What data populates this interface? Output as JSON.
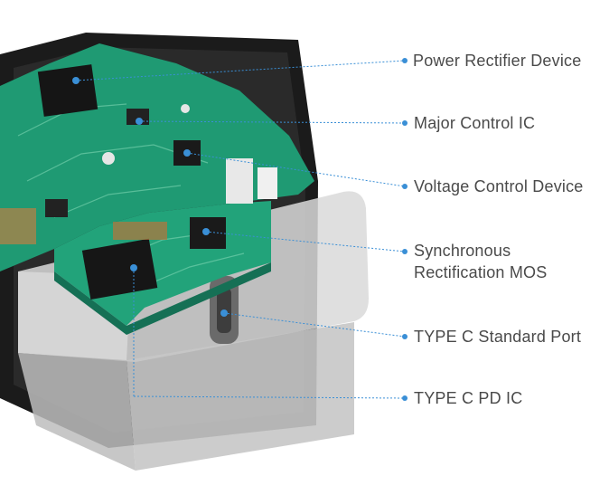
{
  "diagram": {
    "callouts": [
      {
        "id": "power-rectifier-device",
        "lines": [
          "Power Rectifier Device"
        ]
      },
      {
        "id": "major-control-ic",
        "lines": [
          "Major Control IC"
        ]
      },
      {
        "id": "voltage-control-device",
        "lines": [
          "Voltage Control Device"
        ]
      },
      {
        "id": "synchronous-rectification-mos",
        "lines": [
          "Synchronous",
          "Rectification MOS"
        ]
      },
      {
        "id": "type-c-standard-port",
        "lines": [
          "TYPE C Standard Port"
        ]
      },
      {
        "id": "type-c-pd-ic",
        "lines": [
          "TYPE C PD IC"
        ]
      }
    ]
  },
  "colors": {
    "leader": "#3a8fd6",
    "label": "#4a4a4a",
    "pcb": "#1f9a73",
    "housing": "#1b1b1b",
    "cover": "#cfcfcf"
  }
}
